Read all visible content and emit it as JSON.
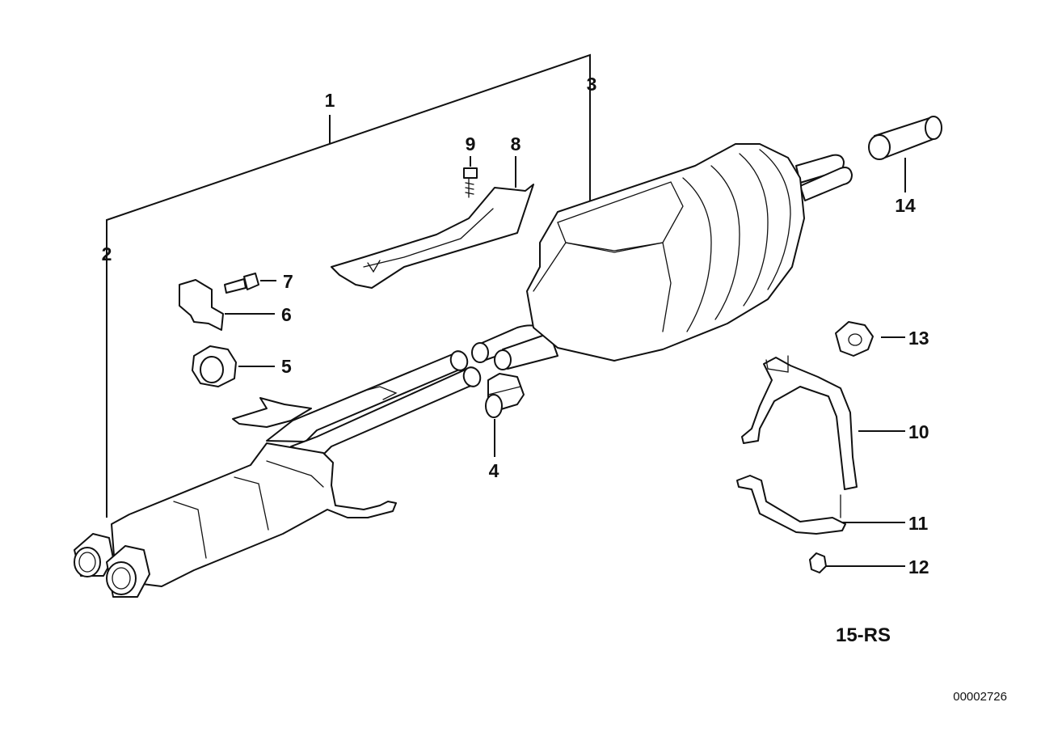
{
  "labels": {
    "l1": "1",
    "l2": "2",
    "l3": "3",
    "l4": "4",
    "l5": "5",
    "l6": "6",
    "l7": "7",
    "l8": "8",
    "l9": "9",
    "l10": "10",
    "l11": "11",
    "l12": "12",
    "l13": "13",
    "l14": "14"
  },
  "group_code": "15-RS",
  "diagram_number": "00002726"
}
